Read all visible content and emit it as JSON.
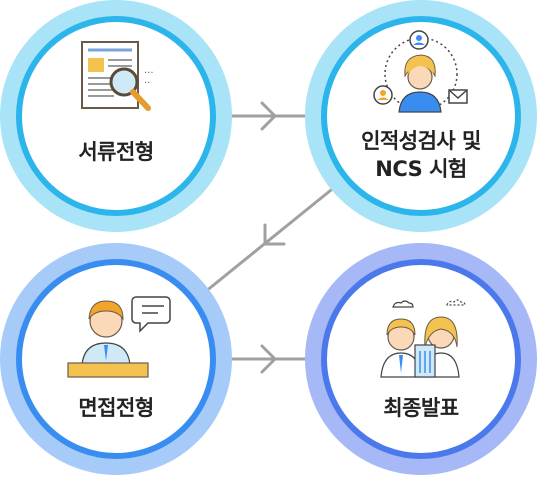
{
  "steps": [
    {
      "label_line1": "서류전형",
      "label_line2": "",
      "icon": "document-search-icon"
    },
    {
      "label_line1": "인적성검사 및",
      "label_line2": "NCS 시험",
      "icon": "people-network-icon"
    },
    {
      "label_line1": "면접전형",
      "label_line2": "",
      "icon": "interview-icon"
    },
    {
      "label_line1": "최종발표",
      "label_line2": "",
      "icon": "announcement-people-icon"
    }
  ],
  "colors": {
    "ring_light_1": "#a9e3f8",
    "ring_dark_1": "#2bb5ea",
    "ring_light_3": "#a6cbf9",
    "ring_dark_3": "#3a8df0",
    "ring_light_4": "#a6b9f6",
    "ring_dark_4": "#4b79ec",
    "connector": "#a0a0a0"
  }
}
